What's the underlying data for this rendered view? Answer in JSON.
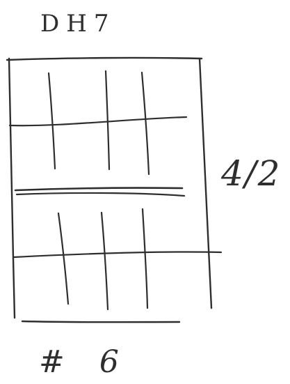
{
  "sketch": {
    "title": "DH7",
    "side_note": "4/2",
    "bottom_note": "# 6"
  }
}
